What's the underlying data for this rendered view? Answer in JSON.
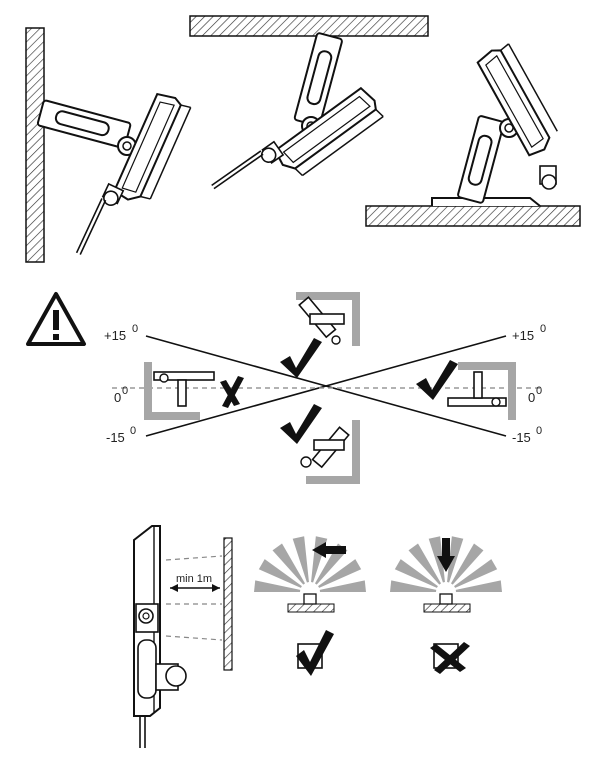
{
  "angle_scale": {
    "plus_label": "+15",
    "zero_label": "0",
    "minus_label": "-15",
    "degree_sign": "0"
  },
  "clearance": {
    "label": "min 1m"
  },
  "marks": {
    "allowed": "✓",
    "not_allowed": "✗"
  },
  "colors": {
    "line": "#111111",
    "hatch": "#333333",
    "gray_frame": "#a6a6a6",
    "sensor_beam": "#a6a6a6",
    "dashed": "#999999"
  },
  "icons": {
    "warning": "warning-triangle-icon",
    "check": "check-icon",
    "cross": "cross-icon",
    "arrow_left": "arrow-left-icon",
    "arrow_down": "arrow-down-icon"
  }
}
